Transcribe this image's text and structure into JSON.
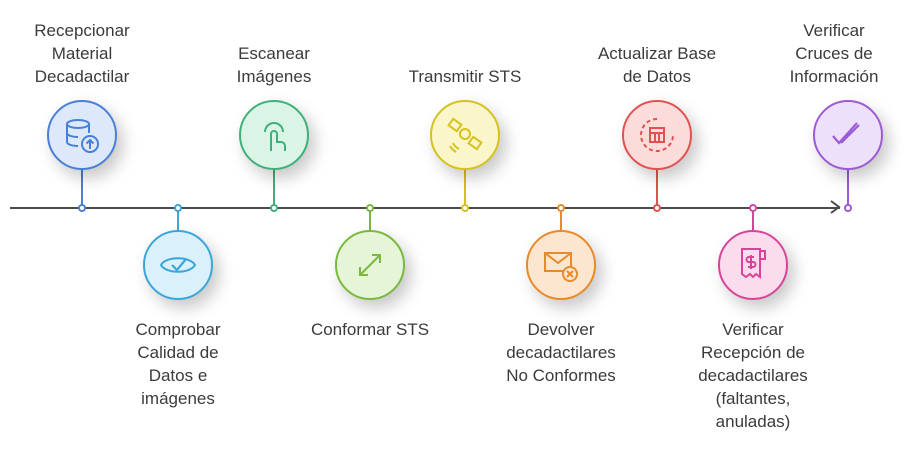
{
  "steps": [
    {
      "label": "Recepcionar\nMaterial\nDecadactilar",
      "icon": "database-upload-icon",
      "color": "#4a7fd8",
      "fill": "#dde8fb",
      "position": "top"
    },
    {
      "label": "Comprobar\nCalidad de\nDatos e\nimágenes",
      "icon": "eye-check-icon",
      "color": "#3aa6d9",
      "fill": "#daf0fb",
      "position": "bottom"
    },
    {
      "label": "Escanear\nImágenes",
      "icon": "touch-scan-icon",
      "color": "#3fb07a",
      "fill": "#daf4e6",
      "position": "top"
    },
    {
      "label": "Conformar STS",
      "icon": "expand-arrows-icon",
      "color": "#79b93e",
      "fill": "#e6f4d8",
      "position": "bottom"
    },
    {
      "label": "Transmitir STS",
      "icon": "satellite-icon",
      "color": "#d6c21e",
      "fill": "#fbf6c9",
      "position": "top"
    },
    {
      "label": "Devolver\ndecadactilares\nNo Conformes",
      "icon": "mail-reject-icon",
      "color": "#e98a2a",
      "fill": "#fde6cf",
      "position": "bottom"
    },
    {
      "label": "Actualizar Base\nde Datos",
      "icon": "refresh-calendar-icon",
      "color": "#e0524f",
      "fill": "#fbdcdb",
      "position": "top"
    },
    {
      "label": "Verificar\nRecepción de\ndecadactilares\n(faltantes,\nanuladas)",
      "icon": "receipt-dollar-icon",
      "color": "#d8449a",
      "fill": "#fadcec",
      "position": "bottom"
    },
    {
      "label": "Verificar\nCruces de\nInformación",
      "icon": "double-check-icon",
      "color": "#9c5ad6",
      "fill": "#ece0fa",
      "position": "top"
    }
  ]
}
